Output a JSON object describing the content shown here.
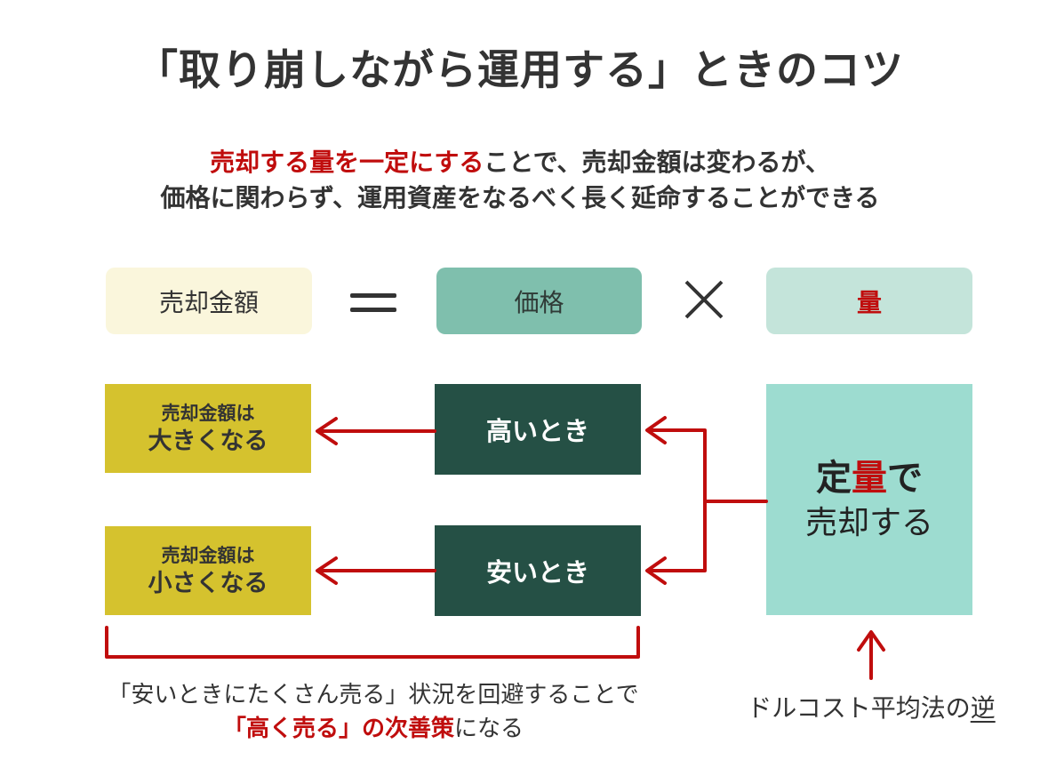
{
  "title": "「取り崩しながら運用する」ときのコツ",
  "subtitle": {
    "line1_emphasis": "売却する量を一定にする",
    "line1_rest": "ことで、売却金額は変わるが、",
    "line2": "価格に関わらず、運用資産をなるべく長く延命することができる"
  },
  "equation": {
    "sale_amount": "売却金額",
    "price": "価格",
    "quantity": "量"
  },
  "results": {
    "high": {
      "line1": "売却金額は",
      "line2": "大きくなる"
    },
    "low": {
      "line1": "売却金額は",
      "line2": "小さくなる"
    }
  },
  "conditions": {
    "high": "高いとき",
    "low": "安いとき"
  },
  "strategy": {
    "line1_pre": "定",
    "line1_emphasis": "量",
    "line1_post": "で",
    "line2": "売却する"
  },
  "note_left": {
    "line1": "「安いときにたくさん売る」状況を回避することで",
    "line2_emphasis": "「高く売る」の次善策",
    "line2_rest": "になる"
  },
  "note_right": {
    "text": "ドルコスト平均法の",
    "underlined": "逆"
  },
  "colors": {
    "accent_red": "#c00d0d",
    "dark_green": "#255045",
    "mustard": "#d5c22e",
    "teal": "#9ddcd0",
    "cream": "#faf6dc",
    "mid_teal": "#7fbfad",
    "light_teal": "#c4e4da"
  }
}
